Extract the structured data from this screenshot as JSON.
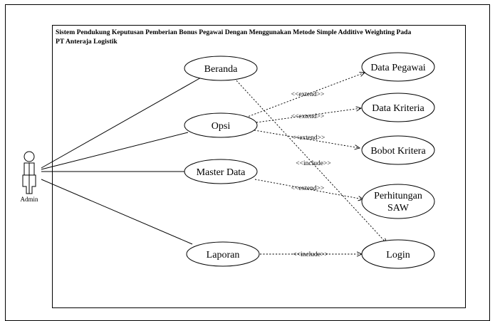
{
  "diagram": {
    "title_line1": "Sistem Pendukung Keputusan Pemberian Bonus Pegawai Dengan Menggunakan Metode Simple Additive Weighting Pada",
    "title_line2": "PT Anteraja Logistik",
    "actor": {
      "label": "Admin",
      "icon": "stick-figure-actor-icon"
    },
    "use_cases": {
      "beranda": "Beranda",
      "opsi": "Opsi",
      "master_data": "Master Data",
      "laporan": "Laporan",
      "data_pegawai": "Data Pegawai",
      "data_kriteria": "Data Kriteria",
      "bobot_kritera": "Bobot Kritera",
      "perhitungan_line1": "Perhitungan",
      "perhitungan_line2": "SAW",
      "login": "Login"
    },
    "relations": {
      "extend_data_pegawai": "<<extend>>",
      "extend_data_kriteria": "<<extend>>",
      "extend_bobot_kritera": "<<extend>>",
      "include_beranda_login": "<<include>>",
      "extend_perhitungan": "<<extend>>",
      "include_laporan_login": "<<include>>"
    },
    "colors": {
      "line": "#000000",
      "background": "#ffffff"
    }
  }
}
